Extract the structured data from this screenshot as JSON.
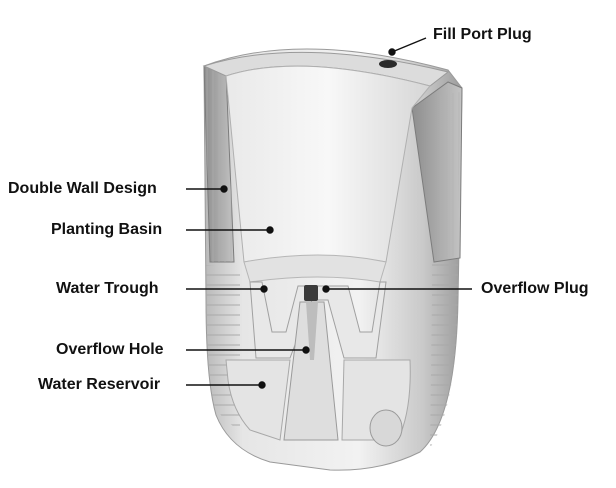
{
  "labels": {
    "fill_port_plug": "Fill Port Plug",
    "double_wall_design": "Double Wall Design",
    "planting_basin": "Planting Basin",
    "water_trough": "Water Trough",
    "overflow_plug": "Overflow Plug",
    "overflow_hole": "Overflow Hole",
    "water_reservoir": "Water Reservoir"
  },
  "colors": {
    "text": "#111111",
    "leader": "#111111",
    "body_light": "#ededed",
    "body_mid": "#cfcfcf",
    "body_dark": "#9a9a9a"
  }
}
